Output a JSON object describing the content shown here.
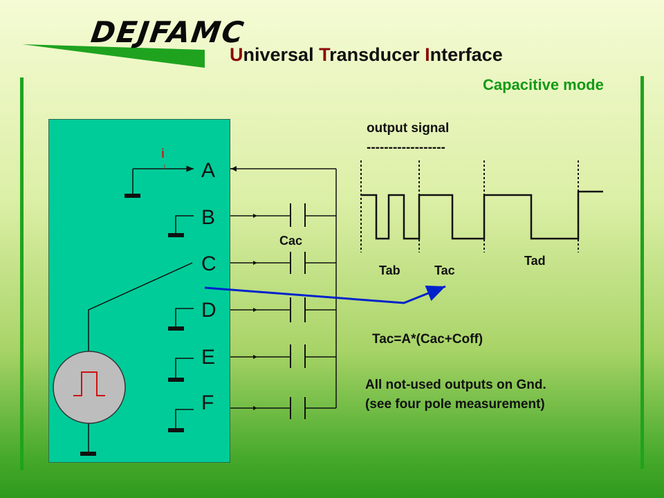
{
  "header": {
    "logo": "DEJFAMC",
    "title_parts": [
      {
        "initial": "U",
        "rest": "niversal "
      },
      {
        "initial": "T",
        "rest": "ransducer "
      },
      {
        "initial": "I",
        "rest": "nterface"
      }
    ],
    "mode": "Capacitive mode"
  },
  "chip": {
    "current_label": "i",
    "pins": [
      "A",
      "B",
      "C",
      "D",
      "E",
      "F"
    ]
  },
  "circuit": {
    "capacitor_label": "Cac"
  },
  "signal": {
    "heading": "output signal",
    "underline": "------------------",
    "labels": {
      "tab": "Tab",
      "tac": "Tac",
      "tad": "Tad"
    }
  },
  "formula": "Tac=A*(Cac+Coff)",
  "notes": [
    "All not-used outputs on Gnd.",
    "(see four pole measurement)"
  ],
  "colors": {
    "accent_green": "#1fa31f",
    "chip": "#00cc99",
    "title_initial": "#8b0a0a",
    "pointer": "#0022cc",
    "current": "#c82020"
  }
}
